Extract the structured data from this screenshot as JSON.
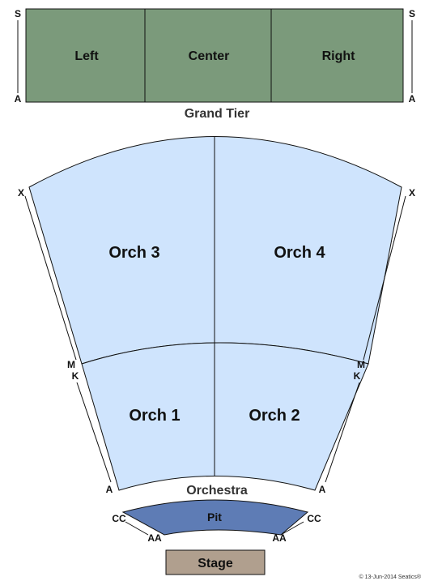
{
  "colors": {
    "grand_tier_fill": "#7b9a7b",
    "orchestra_fill": "#cfe4fd",
    "pit_fill": "#5e7cb5",
    "stage_fill": "#b09f8e",
    "outline": "#111111"
  },
  "grand_tier": {
    "label": "Grand Tier",
    "sections": {
      "left": "Left",
      "center": "Center",
      "right": "Right"
    },
    "rows": {
      "left_top": "S",
      "left_bottom": "A",
      "right_top": "S",
      "right_bottom": "A"
    }
  },
  "orchestra": {
    "label": "Orchestra",
    "sections": {
      "orch3": "Orch 3",
      "orch4": "Orch 4",
      "orch1": "Orch 1",
      "orch2": "Orch 2"
    },
    "rows": {
      "left_x": "X",
      "right_x": "X",
      "left_m": "M",
      "left_k": "K",
      "right_m": "M",
      "right_k": "K",
      "left_a": "A",
      "right_a": "A"
    }
  },
  "pit": {
    "label": "Pit",
    "rows": {
      "left_cc": "CC",
      "right_cc": "CC",
      "left_aa": "AA",
      "right_aa": "AA"
    }
  },
  "stage": {
    "label": "Stage"
  },
  "footer": {
    "copyright": "© 13-Jun-2014 Seatics®"
  }
}
